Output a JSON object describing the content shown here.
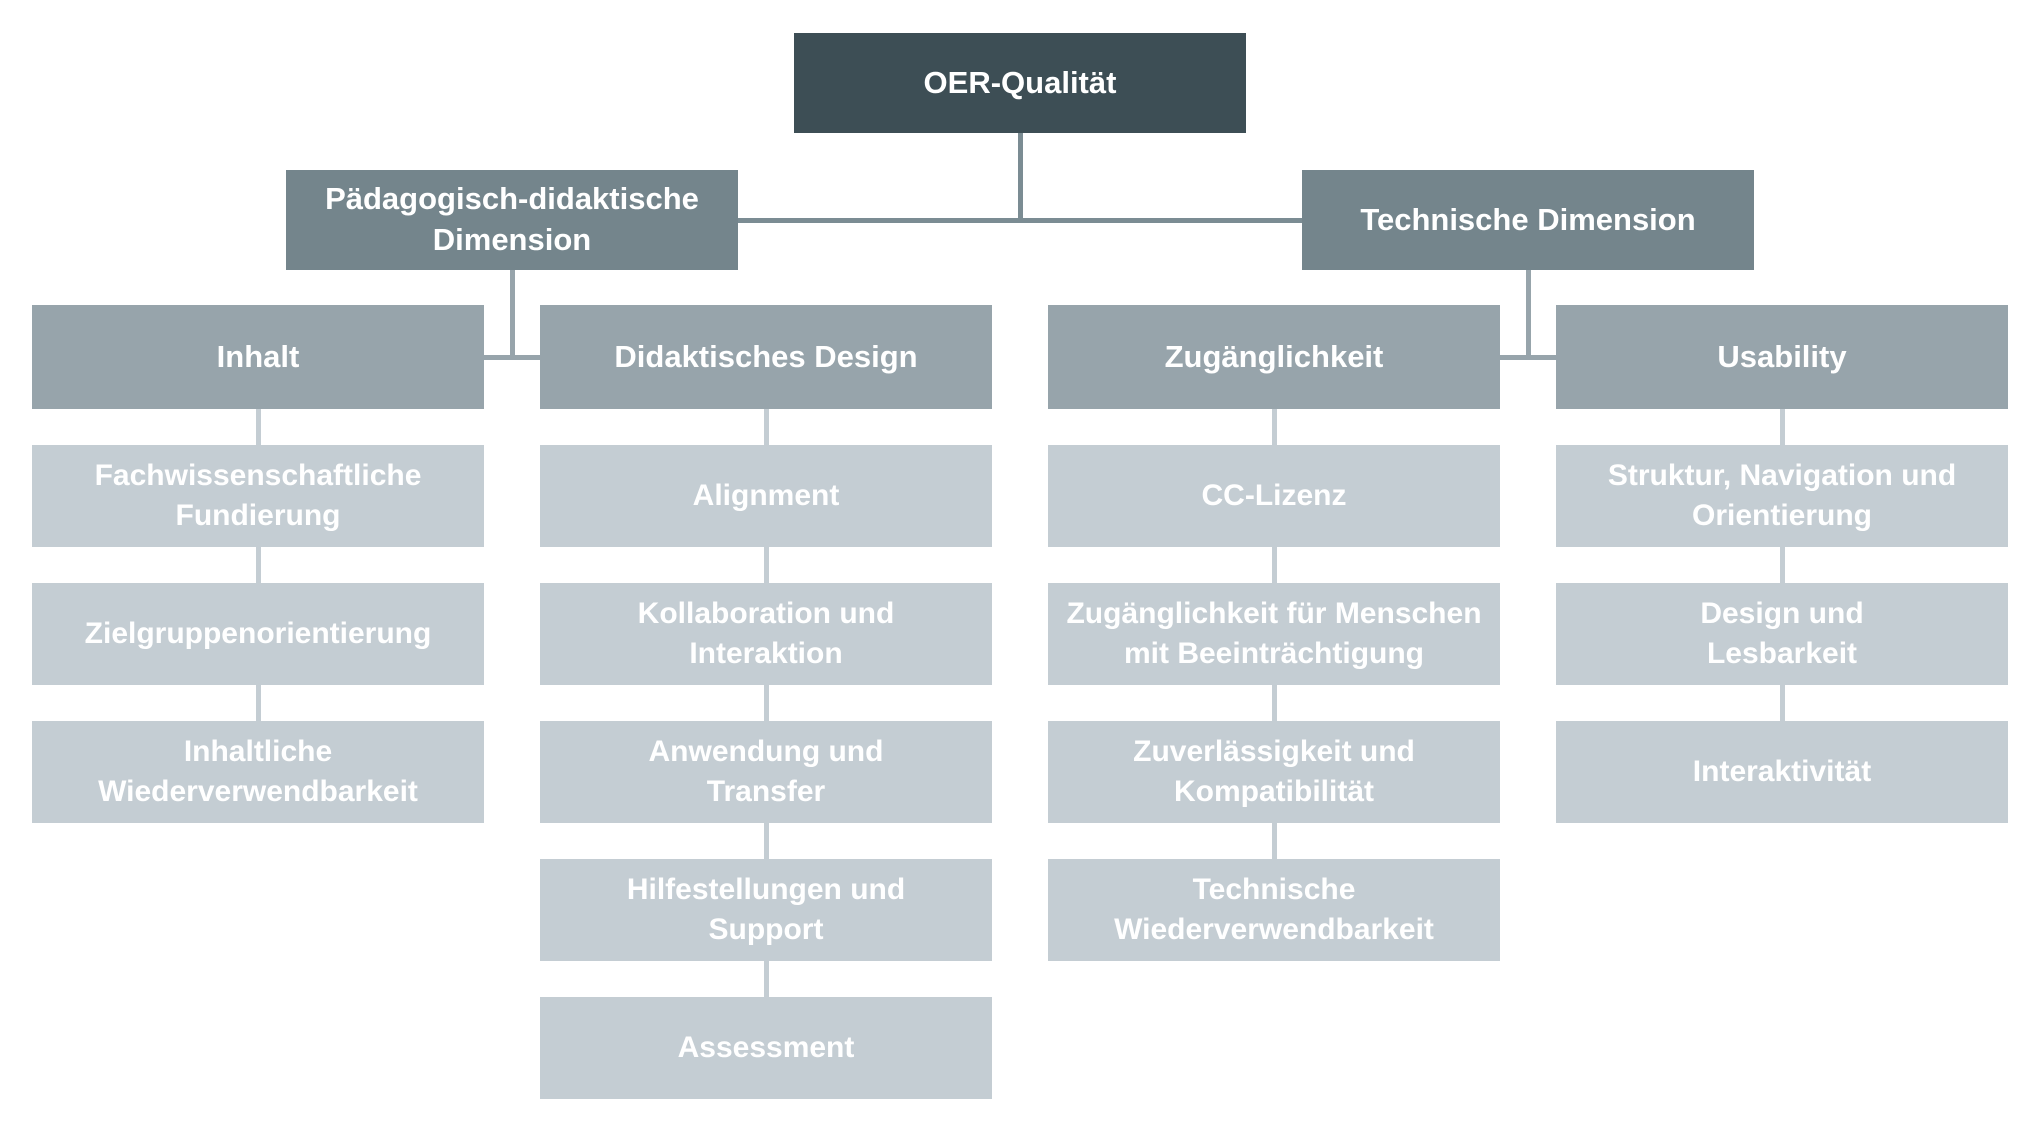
{
  "diagram_title": "OER-Qualität",
  "palette": {
    "background": "#ffffff",
    "text": "#ffffff",
    "level1_box": "#3d4e55",
    "level2_box": "#74858c",
    "level3_box": "#97a4ab",
    "level4_box": "#c4cdd3",
    "connector_dark": "#7b8c93",
    "connector_mid": "#97a4ab",
    "connector_light": "#c4cdd3"
  },
  "root": {
    "label": "OER-Qualität",
    "children": [
      {
        "label": "Pädagogisch-didaktische\nDimension",
        "children": [
          {
            "label": "Inhalt",
            "items": [
              "Fachwissenschaftliche\nFundierung",
              "Zielgruppenorientierung",
              "Inhaltliche\nWiederverwendbarkeit"
            ]
          },
          {
            "label": "Didaktisches Design",
            "items": [
              "Alignment",
              "Kollaboration und\nInteraktion",
              "Anwendung und\nTransfer",
              "Hilfestellungen und\nSupport",
              "Assessment"
            ]
          }
        ]
      },
      {
        "label": "Technische Dimension",
        "children": [
          {
            "label": "Zugänglichkeit",
            "items": [
              "CC-Lizenz",
              "Zugänglichkeit für Menschen\nmit Beeinträchtigung",
              "Zuverlässigkeit und\nKompatibilität",
              "Technische\nWiederverwendbarkeit"
            ]
          },
          {
            "label": "Usability",
            "items": [
              "Struktur, Navigation und\nOrientierung",
              "Design und\nLesbarkeit",
              "Interaktivität"
            ]
          }
        ]
      }
    ]
  }
}
